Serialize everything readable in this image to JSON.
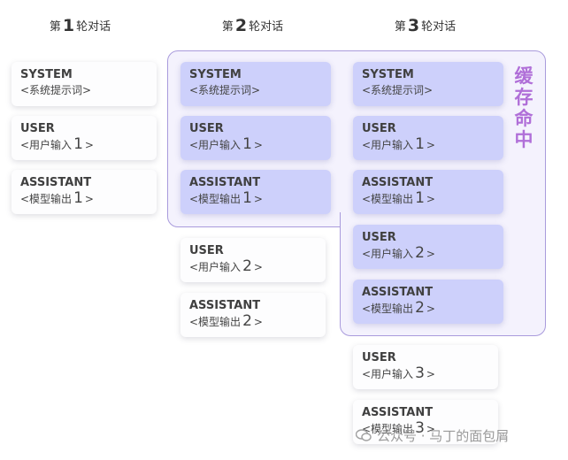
{
  "columns": [
    {
      "prefix": "第",
      "num": "1",
      "suffix": "轮对话"
    },
    {
      "prefix": "第",
      "num": "2",
      "suffix": "轮对话"
    },
    {
      "prefix": "第",
      "num": "3",
      "suffix": "轮对话"
    }
  ],
  "cache_hit_label": [
    "缓",
    "存",
    "命",
    "中"
  ],
  "cards": {
    "col1": [
      {
        "role": "SYSTEM",
        "pre": "<系统提示词>",
        "num": "",
        "post": ""
      },
      {
        "role": "USER",
        "pre": "<用户输入",
        "num": "1",
        "post": ">"
      },
      {
        "role": "ASSISTANT",
        "pre": "<模型输出",
        "num": "1",
        "post": ">"
      }
    ],
    "col2": [
      {
        "role": "SYSTEM",
        "pre": "<系统提示词>",
        "num": "",
        "post": ""
      },
      {
        "role": "USER",
        "pre": "<用户输入",
        "num": "1",
        "post": ">"
      },
      {
        "role": "ASSISTANT",
        "pre": "<模型输出",
        "num": "1",
        "post": ">"
      },
      {
        "role": "USER",
        "pre": "<用户输入",
        "num": "2",
        "post": ">"
      },
      {
        "role": "ASSISTANT",
        "pre": "<模型输出",
        "num": "2",
        "post": ">"
      }
    ],
    "col3": [
      {
        "role": "SYSTEM",
        "pre": "<系统提示词>",
        "num": "",
        "post": ""
      },
      {
        "role": "USER",
        "pre": "<用户输入",
        "num": "1",
        "post": ">"
      },
      {
        "role": "ASSISTANT",
        "pre": "<模型输出",
        "num": "1",
        "post": ">"
      },
      {
        "role": "USER",
        "pre": "<用户输入",
        "num": "2",
        "post": ">"
      },
      {
        "role": "ASSISTANT",
        "pre": "<模型输出",
        "num": "2",
        "post": ">"
      },
      {
        "role": "USER",
        "pre": "<用户输入",
        "num": "3",
        "post": ">"
      },
      {
        "role": "ASSISTANT",
        "pre": "<模型输出",
        "num": "3",
        "post": ">"
      }
    ]
  },
  "watermark": "公众号 · 马丁的面包屑",
  "colors": {
    "hit_card": "#cdd0fb",
    "normal_card": "#fdfdfe",
    "hit_border": "#a99bdc",
    "hit_label": "#b06fd8"
  }
}
